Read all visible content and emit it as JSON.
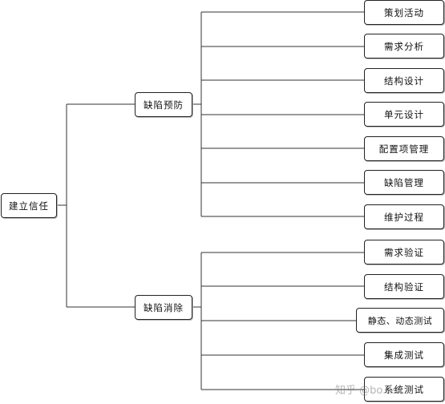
{
  "root": "建立信任",
  "branches": [
    {
      "label": "缺陷预防",
      "children": [
        "策划活动",
        "需求分析",
        "结构设计",
        "单元设计",
        "配置项管理",
        "缺陷管理",
        "维护过程"
      ]
    },
    {
      "label": "缺陷消除",
      "children": [
        "需求验证",
        "结构验证",
        "静态、动态测试",
        "集成测试",
        "系统测试"
      ]
    }
  ],
  "watermark": "知乎 @bo...st"
}
